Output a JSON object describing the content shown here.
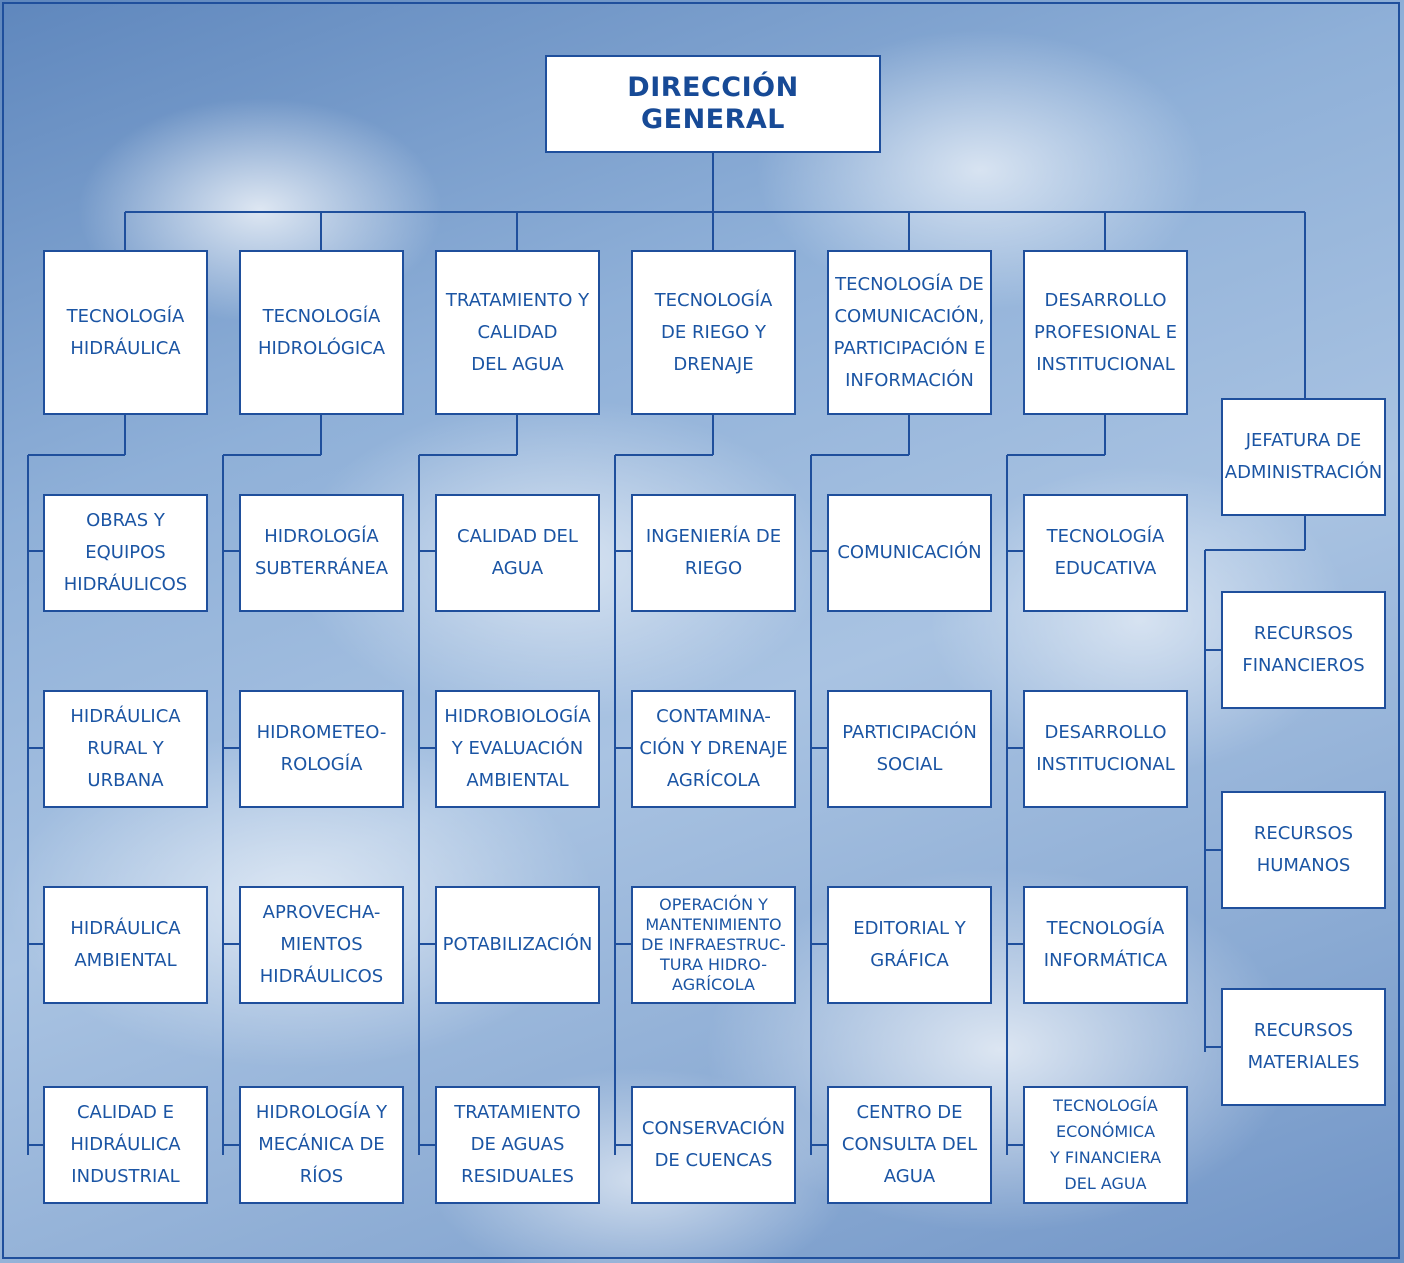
{
  "top": {
    "label": "DIRECCIÓN GENERAL"
  },
  "units": [
    {
      "label": "TECNOLOGÍA\nHIDRÁULICA",
      "subunits": [
        "OBRAS Y\nEQUIPOS\nHIDRÁULICOS",
        "HIDRÁULICA\nRURAL Y\nURBANA",
        "HIDRÁULICA\nAMBIENTAL",
        "CALIDAD E\nHIDRÁULICA\nINDUSTRIAL"
      ]
    },
    {
      "label": "TECNOLOGÍA\nHIDROLÓGICA",
      "subunits": [
        "HIDROLOGÍA\nSUBTERRÁNEA",
        "HIDROMETEO-\nROLOGÍA",
        "APROVECHA-\nMIENTOS\nHIDRÁULICOS",
        "HIDROLOGÍA Y\nMECÁNICA DE\nRÍOS"
      ]
    },
    {
      "label": "TRATAMIENTO Y\nCALIDAD\nDEL AGUA",
      "subunits": [
        "CALIDAD DEL\nAGUA",
        "HIDROBIOLOGÍA\nY EVALUACIÓN\nAMBIENTAL",
        "POTABILIZACIÓN",
        "TRATAMIENTO\nDE AGUAS\nRESIDUALES"
      ]
    },
    {
      "label": "TECNOLOGÍA\nDE RIEGO Y\nDRENAJE",
      "subunits": [
        "INGENIERÍA DE\nRIEGO",
        "CONTAMINA-\nCIÓN Y DRENAJE\nAGRÍCOLA",
        "OPERACIÓN Y\nMANTENIMIENTO\nDE INFRAESTRUC-\nTURA HIDRO-\nAGRÍCOLA",
        "CONSERVACIÓN\nDE CUENCAS"
      ]
    },
    {
      "label": "TECNOLOGÍA DE\nCOMUNICACIÓN,\nPARTICIPACIÓN E\nINFORMACIÓN",
      "subunits": [
        "COMUNICACIÓN",
        "PARTICIPACIÓN\nSOCIAL",
        "EDITORIAL Y\nGRÁFICA",
        "CENTRO DE\nCONSULTA DEL\nAGUA"
      ]
    },
    {
      "label": "DESARROLLO\nPROFESIONAL E\nINSTITUCIONAL",
      "subunits": [
        "TECNOLOGÍA\nEDUCATIVA",
        "DESARROLLO\nINSTITUCIONAL",
        "TECNOLOGÍA\nINFORMÁTICA",
        "TECNOLOGÍA\nECONÓMICA\nY FINANCIERA\nDEL AGUA"
      ]
    },
    {
      "label": "JEFATURA DE\nADMINISTRACIÓN",
      "subunits": [
        "RECURSOS\nFINANCIEROS",
        "RECURSOS\nHUMANOS",
        "RECURSOS\nMATERIALES"
      ]
    }
  ],
  "colors": {
    "line": "#1f4f9c",
    "text": "#1b55a4",
    "box": "#ffffff"
  }
}
